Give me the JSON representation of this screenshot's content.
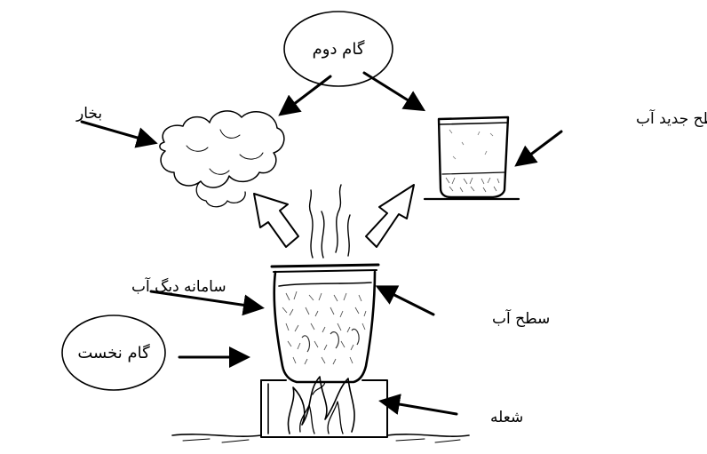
{
  "labels": {
    "step_two": "گام دوم",
    "step_one": "گام نخست",
    "steam": "بخار",
    "new_water_level": "سطح جدید آب",
    "pot_system": "سامانه دیگ آب",
    "water_level": "سطح آب",
    "flame": "شعله"
  },
  "colors": {
    "ink": "#000000",
    "background": "#ffffff",
    "texture": "#555555"
  }
}
